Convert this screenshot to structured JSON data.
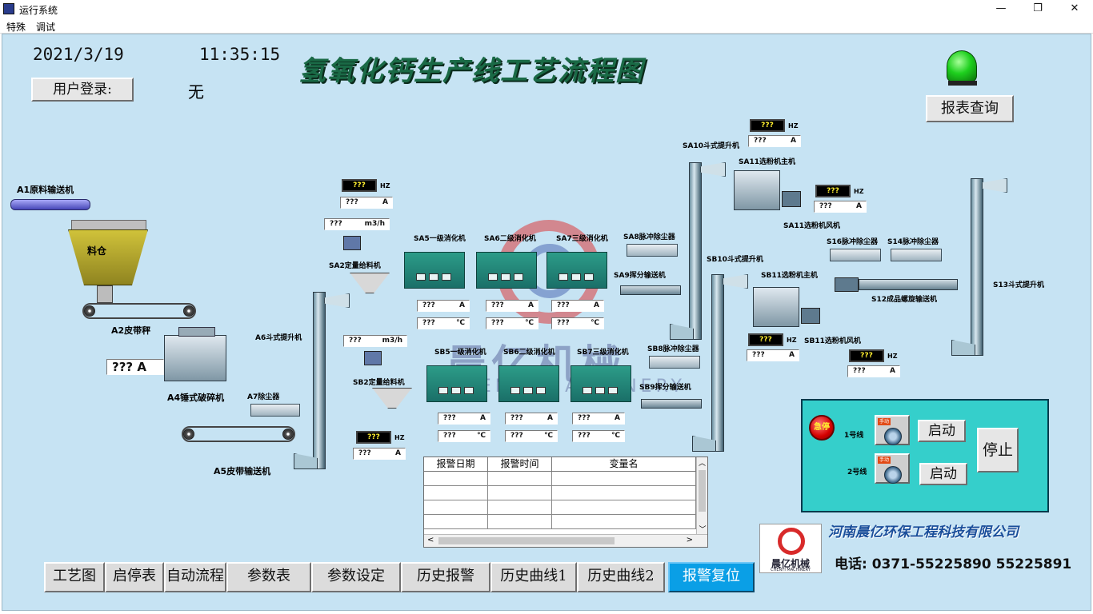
{
  "window": {
    "title": "运行系统",
    "minimize": "—",
    "maximize": "❐",
    "close": "✕"
  },
  "menu": [
    "特殊",
    "调试"
  ],
  "header": {
    "date": "2021/3/19",
    "time": "11:35:15",
    "title": "氢氧化钙生产线工艺流程图",
    "login_label": "用户登录:",
    "login_user": "无",
    "report_button": "报表查询",
    "status_light_color": "#1ed01e"
  },
  "equipment": {
    "a1": "A1原料输送机",
    "bin": "料仓",
    "a2": "A2皮带秤",
    "a4": "A4锤式破碎机",
    "a4_current": "??? A",
    "a5": "A5皮带输送机",
    "a6": "A6斗式提升机",
    "a7": "A7除尘器",
    "sa2": "SA2定量给料机",
    "sb2": "SB2定量给料机",
    "sa5": "SA5一级消化机",
    "sa6": "SA6二级消化机",
    "sa7": "SA7三级消化机",
    "sb5": "SB5一级消化机",
    "sb6": "SB6二级消化机",
    "sb7": "SB7三级消化机",
    "sa8": "SA8脉冲除尘器",
    "sa9": "SA9挥分输送机",
    "sb8": "SB8脉冲除尘器",
    "sb9": "SB9挥分输送机",
    "sa10": "SA10斗式提升机",
    "sb10": "SB10斗式提升机",
    "sa11_main": "SA11选粉机主机",
    "sa11_fan": "SA11选粉机风机",
    "sb11_main": "SB11选粉机主机",
    "sb11_fan": "SB11选粉机风机",
    "s12": "S12成品螺旋输送机",
    "s13": "S13斗式提升机",
    "s14": "S14脉冲除尘器",
    "s16": "S16脉冲除尘器"
  },
  "readouts": {
    "unknown": "???",
    "unit_a": "A",
    "unit_c": "℃",
    "unit_hz": "HZ",
    "unit_flow": "m3/h"
  },
  "alarm_table": {
    "columns": [
      "报警日期",
      "报警时间",
      "变量名"
    ],
    "rows": 5,
    "scroll_up": "︿",
    "scroll_down": "﹀",
    "scroll_left": "<",
    "scroll_right": ">"
  },
  "control": {
    "estop": "急停",
    "line1": "1号线",
    "line2": "2号线",
    "start1": "启动",
    "start2": "启动",
    "stop": "停止",
    "switch_tag": "手动"
  },
  "nav": [
    {
      "label": "工艺图",
      "active": false
    },
    {
      "label": "启停表",
      "active": false
    },
    {
      "label": "自动流程",
      "active": false
    },
    {
      "label": "参数表",
      "active": false
    },
    {
      "label": "参数设定",
      "active": false
    },
    {
      "label": "历史报警",
      "active": false
    },
    {
      "label": "历史曲线1",
      "active": false
    },
    {
      "label": "历史曲线2",
      "active": false
    },
    {
      "label": "报警复位",
      "active": true
    }
  ],
  "footer": {
    "company": "河南晨亿环保工程科技有限公司",
    "phone": "电话: 0371-55225890 55225891",
    "logo_text": "晨亿机械",
    "logo_sub": "CHENYI MACHINERY"
  },
  "watermark": {
    "text": "晨亿机械",
    "sub": "CHENYI MACHINERY"
  }
}
